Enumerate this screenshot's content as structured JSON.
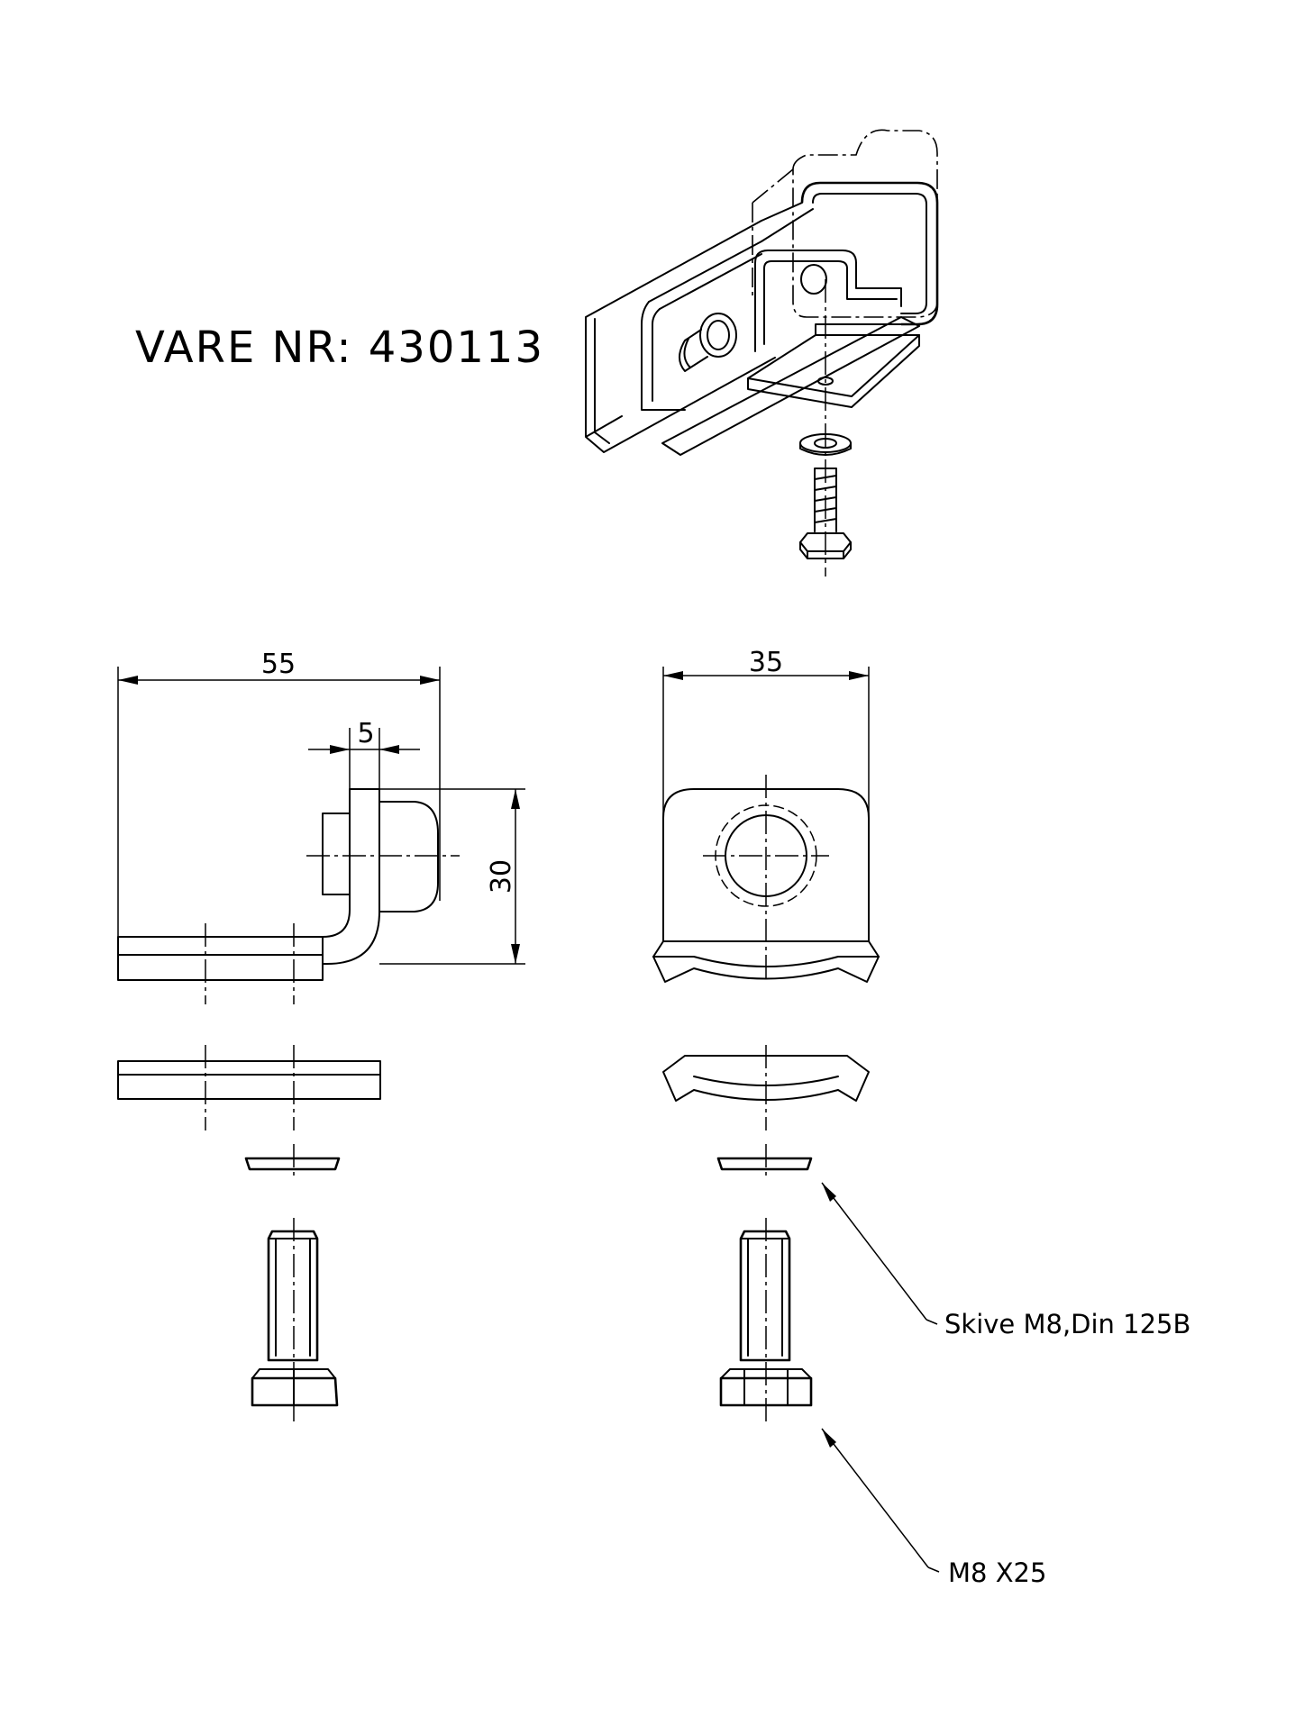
{
  "title": "VARE NR: 430113",
  "dimensions": {
    "width_side": "55",
    "flange_thickness": "5",
    "height": "30",
    "width_front": "35"
  },
  "callouts": {
    "washer": "Skive M8,Din 125B",
    "bolt": "M8 X25"
  }
}
